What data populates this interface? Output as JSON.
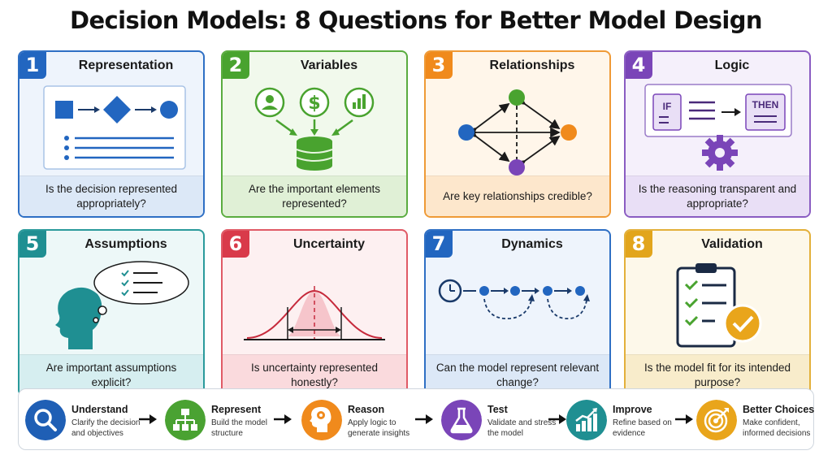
{
  "title": "Decision Models: 8 Questions for Better Model Design",
  "cards": [
    {
      "num": "1",
      "title": "Representation",
      "question": "Is the decision represented appropriately?"
    },
    {
      "num": "2",
      "title": "Variables",
      "question": "Are the important elements represented?"
    },
    {
      "num": "3",
      "title": "Relationships",
      "question": "Are key relationships credible?"
    },
    {
      "num": "4",
      "title": "Logic",
      "question": "Is the reasoning transparent and appropriate?",
      "if_label": "IF",
      "then_label": "THEN"
    },
    {
      "num": "5",
      "title": "Assumptions",
      "question": "Are important assumptions explicit?"
    },
    {
      "num": "6",
      "title": "Uncertainty",
      "question": "Is uncertainty represented honestly?"
    },
    {
      "num": "7",
      "title": "Dynamics",
      "question": "Can the model represent relevant change?"
    },
    {
      "num": "8",
      "title": "Validation",
      "question": "Is the model fit for its intended purpose?"
    }
  ],
  "flow": [
    {
      "title": "Understand",
      "desc": "Clarify the decision and objectives",
      "icon": "search-icon",
      "color": "#1f5fb5"
    },
    {
      "title": "Represent",
      "desc": "Build the model structure",
      "icon": "hierarchy-icon",
      "color": "#4aa232"
    },
    {
      "title": "Reason",
      "desc": "Apply logic to generate insights",
      "icon": "head-gear-icon",
      "color": "#f08a1c"
    },
    {
      "title": "Test",
      "desc": "Validate and stress the model",
      "icon": "flask-icon",
      "color": "#7a45b8"
    },
    {
      "title": "Improve",
      "desc": "Refine based on evidence",
      "icon": "growth-chart-icon",
      "color": "#1f8f92"
    },
    {
      "title": "Better Choices",
      "desc": "Make confident, informed decisions",
      "icon": "target-icon",
      "color": "#e9a51b"
    }
  ]
}
